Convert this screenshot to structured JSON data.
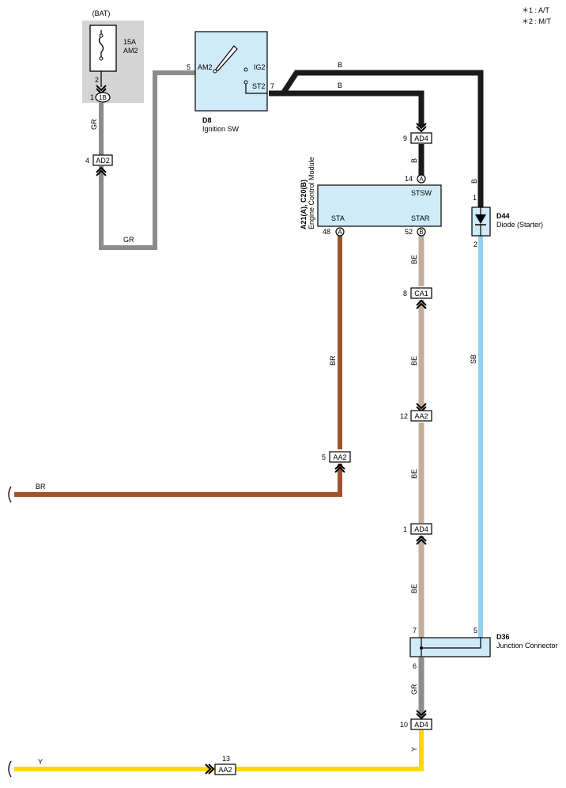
{
  "legend": {
    "note1": "＊1 : A/T",
    "note2": "＊2 : M/T"
  },
  "battery": {
    "label": "(BAT)",
    "fuse_rating": "15A",
    "fuse_name": "AM2",
    "pin_top": "2",
    "pin_conn": "1",
    "conn_code": "1B"
  },
  "ignition_switch": {
    "id": "D8",
    "name": "Ignition SW",
    "pin_am2": "5",
    "term_am2": "AM2",
    "term_ig2": "IG2",
    "term_st2": "ST2",
    "pin_st2": "7"
  },
  "ecm": {
    "id": "A21(A), C20(B)",
    "name": "Engine Control Module",
    "term_stsw": "STSW",
    "term_sta": "STA",
    "term_star": "STAR",
    "pin_stsw": "14",
    "conn_stsw": "A",
    "pin_sta": "48",
    "conn_sta": "A",
    "pin_star": "52",
    "conn_star": "B"
  },
  "diode": {
    "id": "D44",
    "name": "Diode (Starter)",
    "pin_in": "1",
    "pin_out": "2"
  },
  "junction": {
    "id": "D36",
    "name": "Junction Connector",
    "pin_7": "7",
    "pin_5": "5",
    "pin_6": "6"
  },
  "connectors": {
    "ad2": {
      "code": "AD2",
      "pin": "4"
    },
    "ad4_top": {
      "code": "AD4",
      "pin": "9"
    },
    "ca1": {
      "code": "CA1",
      "pin": "8"
    },
    "aa2_be": {
      "code": "AA2",
      "pin": "12"
    },
    "aa2_br": {
      "code": "AA2",
      "pin": "5"
    },
    "ad4_mid": {
      "code": "AD4",
      "pin": "1"
    },
    "ad4_bot": {
      "code": "AD4",
      "pin": "10"
    },
    "aa2_y": {
      "code": "AA2",
      "pin": "13"
    }
  },
  "wire_labels": {
    "gr_vert": "GR",
    "gr_bottom": "GR",
    "b_upper": "B",
    "b_lower": "B",
    "b_to_ad4": "B",
    "b_diode": "B",
    "br_vert": "BR",
    "br_horiz": "BR",
    "be_1": "BE",
    "be_2": "BE",
    "be_3": "BE",
    "be_4": "BE",
    "sb": "SB",
    "gr_junction": "GR",
    "y_vert": "Y",
    "y_horiz": "Y"
  },
  "colors": {
    "wire_gr": "#8c8c8c",
    "wire_b": "#1a1a1a",
    "wire_br": "#a0522d",
    "wire_be": "#c4ad9a",
    "wire_sb": "#8ed2f0",
    "wire_y": "#ffd800",
    "component_fill": "#cfeaf8",
    "battery_bg": "#d4d4d4"
  }
}
